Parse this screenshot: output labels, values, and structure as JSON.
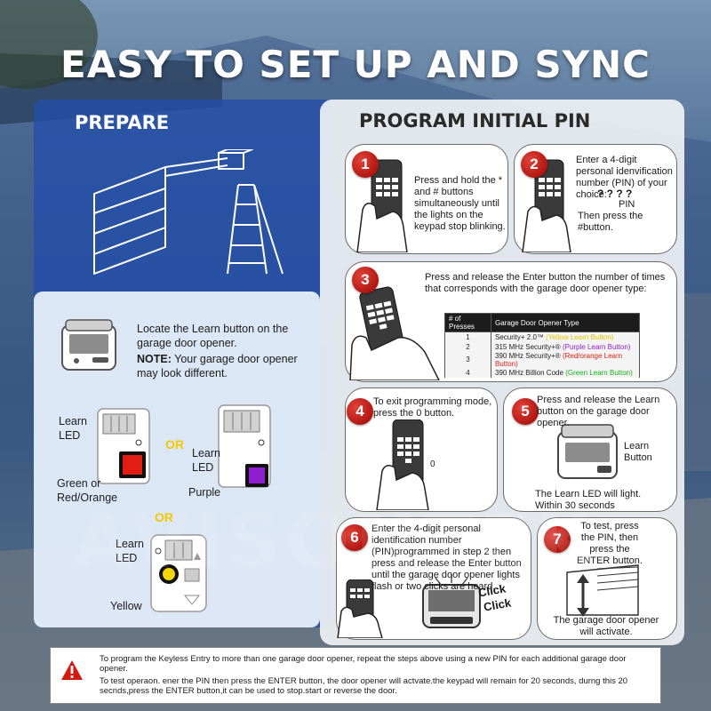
{
  "title": "EASY TO SET UP  AND SYNC",
  "watermark": "AVISONTEK",
  "prepare": {
    "heading": "PREPARE",
    "locate_text": "Locate the Learn button on the garage door opener.",
    "note_label": "NOTE:",
    "note_text": "Your garage door opener may look different.",
    "learn_led_1": "Learn LED",
    "or_1": "OR",
    "learn_led_2": "Learn LED",
    "green_red_label": "Green or Red/Orange",
    "purple_label": "Purple",
    "or_2": "OR",
    "learn_led_3": "Learn LED",
    "yellow_label": "Yellow",
    "colors": {
      "red": "#e21d12",
      "purple": "#8f1fd0",
      "yellow": "#f4d50a"
    }
  },
  "program": {
    "heading": "PROGRAM INITIAL PIN",
    "step1": {
      "num": "1",
      "text": "Press and hold the * and # buttons simultaneously until the lights on the keypad stop blinking."
    },
    "step2": {
      "num": "2",
      "text": "Enter a 4-digit personal idenvification number (PIN) of your choice:",
      "pin_marks": "? ? ? ?",
      "pin_label": "PIN",
      "then_text": "Then press the #button."
    },
    "step3": {
      "num": "3",
      "text": "Press and release the Enter button the number of times that corresponds with the garage door opener type:",
      "table_headers": [
        "# of Presses",
        "Garage Door Opener Type"
      ],
      "table_rows": [
        {
          "presses": "1",
          "type": "Security+ 2.0™",
          "learn": "(Yellow Learn Button)",
          "color": "#e3c600"
        },
        {
          "presses": "2",
          "type": "315 MHz Security+®",
          "learn": "(Purple Learn Button)",
          "color": "#8f1fd0"
        },
        {
          "presses": "3",
          "type": "390 MHz Security+®",
          "learn": "(Red/orange Learn Button)",
          "color": "#e21d12"
        },
        {
          "presses": "4",
          "type": "390 MHz Billion Code",
          "learn": "(Green Learn Button)",
          "color": "#19b31f"
        }
      ]
    },
    "step4": {
      "num": "4",
      "text": "To exit programming mode, press the 0 button.",
      "zero": "0"
    },
    "step5": {
      "num": "5",
      "text": "Press and release the Learn button on the garage door opener.",
      "learn_button_label": "Learn Button",
      "led_text": "The Learn LED will light. Within 30 seconds"
    },
    "step6": {
      "num": "6",
      "text": "Enter the 4-digit personal identification number (PIN)programmed in step 2 then press and release the Enter button until the garage door opener lights flash or two clicks are heard.",
      "click_1": "Click",
      "click_2": "Click"
    },
    "step7": {
      "num": "7",
      "text": "To test, press the PIN, then press the ENTER button.",
      "activate_text": "The garage door opener will activate."
    }
  },
  "notes": {
    "note1": "To program the Keyless Entry to more than one garage door opener, repeat the steps above using a new PIN for each additional garage door opener.",
    "note2": "To test operaon. ener the PIN then press the ENTER button, the door opener will actvate.the keypad will remain for 20 seconds, durng this 20 secnds,press the ENTER button,it can be used to stop.start or reverse the door."
  }
}
